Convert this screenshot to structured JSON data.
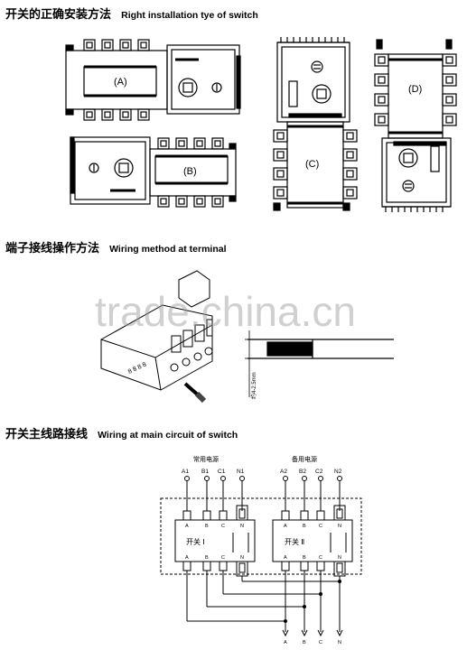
{
  "section1": {
    "title_zh": "开关的正确安装方法",
    "title_en": "Right installation tye of switch",
    "labels": {
      "a": "(A)",
      "b": "(B)",
      "c": "(C)",
      "d": "(D)"
    }
  },
  "section2": {
    "title_zh": "端子接线操作方法",
    "title_en": "Wiring method at terminal",
    "terminal_marks": "8 8 8 8",
    "dimension_text": "约4-2.5mm",
    "watermark": "trade.china.cn"
  },
  "section3": {
    "title_zh": "开关主线路接线",
    "title_en": "Wiring at main circuit of switch",
    "left_source": "常用电源",
    "right_source": "备用电源",
    "left_terms": [
      "A1",
      "B1",
      "C1",
      "N1"
    ],
    "right_terms": [
      "A2",
      "B2",
      "C2",
      "N2"
    ],
    "phase_letters": [
      "A",
      "B",
      "C",
      "N"
    ],
    "switch1_label": "开关 Ⅰ",
    "switch2_label": "开关 Ⅱ",
    "output_letters": [
      "A",
      "B",
      "C",
      "N"
    ]
  }
}
